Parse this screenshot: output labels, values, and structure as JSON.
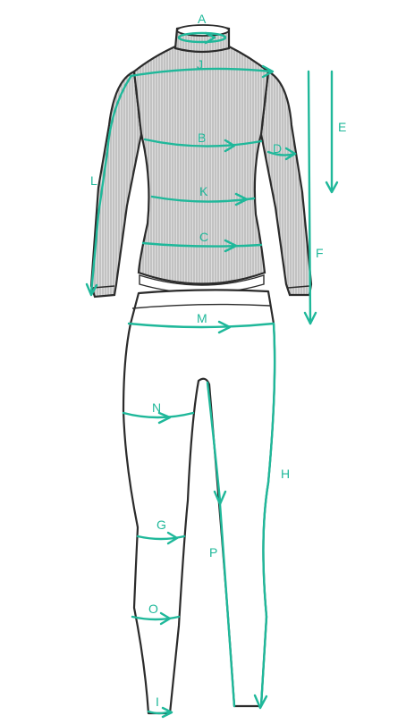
{
  "colors": {
    "accent": "#1fb89a",
    "outline": "#2b2b2b",
    "fabric": "#d9d9d9"
  },
  "labels": {
    "a": "A",
    "b": "B",
    "c": "C",
    "d": "D",
    "e": "E",
    "f": "F",
    "g": "G",
    "h": "H",
    "i": "I",
    "j": "J",
    "k": "K",
    "l": "L",
    "m": "M",
    "n": "N",
    "o": "O",
    "p": "P"
  }
}
